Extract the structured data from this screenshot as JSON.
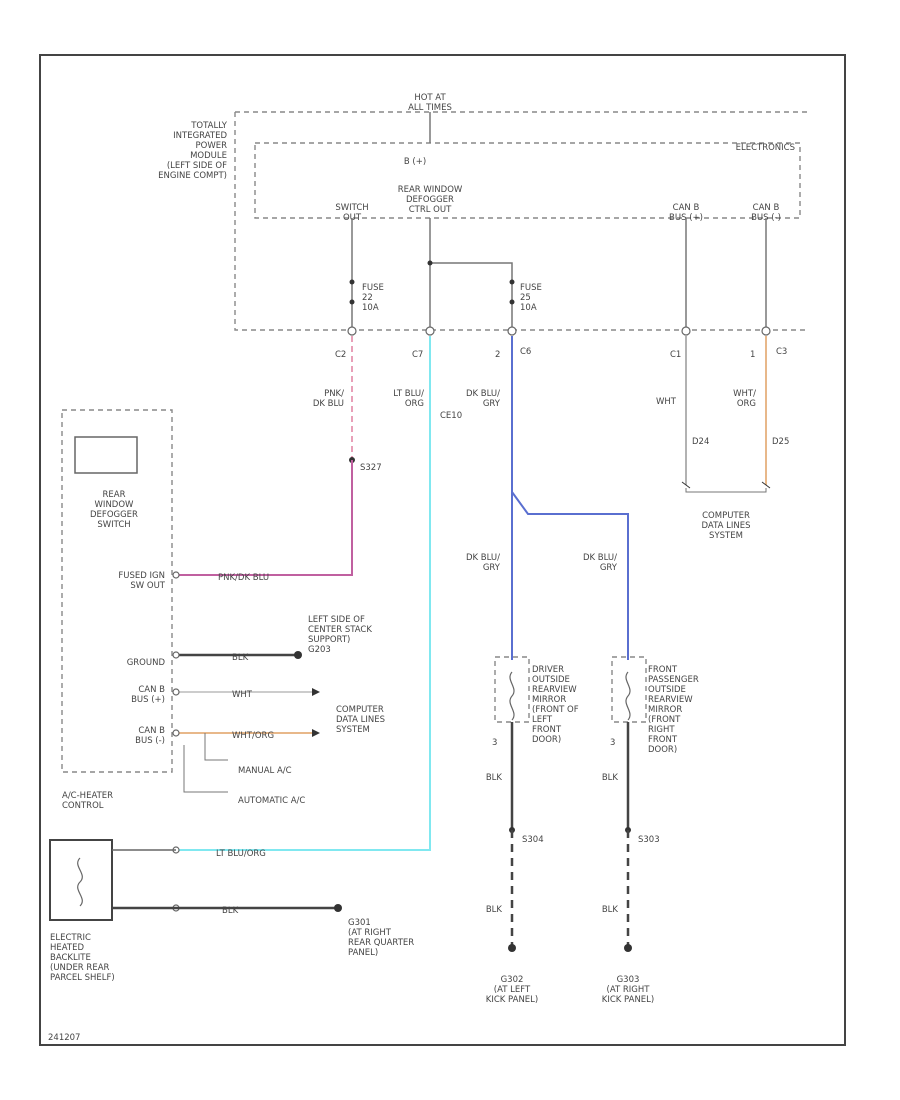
{
  "pdm": {
    "hot_at": "HOT AT\nALL TIMES",
    "title": "TOTALLY\nINTEGRATED\nPOWER\nMODULE\n(LEFT SIDE OF\nENGINE COMPT)",
    "electronics": "ELECTRONICS",
    "bus": "B (+)",
    "switch_out": "SWITCH\nOUT",
    "defogger_out": "REAR WINDOW\nDEFOGGER\nCTRL OUT",
    "canb_1": "CAN B\nBUS (+)",
    "canb_2": "CAN B\nBUS (-)",
    "fuse_a": "FUSE\n22\n10A",
    "fuse_b": "FUSE\n25\n10A",
    "pin_c2": "C2",
    "pin_c7": "C7",
    "pin_2": "2",
    "pin_c6": "C6",
    "pin_c1": "C1",
    "pin_1": "1",
    "pin_c3": "C3"
  },
  "wires": {
    "pnk_dk_blu": "PNK/\nDK BLU",
    "lt_blu_org": "LT BLU/\nORG",
    "dk_blu_gry": "DK BLU/\nGRY",
    "wht": "WHT",
    "wht_org": "WHT/\nORG",
    "ce10": "CE10",
    "s327": "S327",
    "d24": "D24",
    "d25": "D25",
    "dk_blu_gry_l": "DK BLU/\nGRY",
    "dk_blu_gry_r": "DK BLU/\nGRY",
    "pnk_dk_blu_h": "PNK/DK BLU",
    "blk_1": "BLK",
    "wht_h": "WHT",
    "wht_org_h": "WHT/ORG",
    "lt_blu_org_h": "LT BLU/ORG",
    "blk_2": "BLK",
    "blk_l": "BLK",
    "blk_r": "BLK",
    "blk_l2": "BLK",
    "blk_r2": "BLK",
    "s304": "S304",
    "s303": "S303"
  },
  "hvac": {
    "switch_label": "REAR\nWINDOW\nDEFOGGER\nSWITCH",
    "fused_ign": "FUSED IGN\nSW OUT",
    "ground": "GROUND",
    "can_b_plus": "CAN B\nBUS (+)",
    "can_b_minus": "CAN B\nBUS (-)",
    "title": "A/C-HEATER\nCONTROL",
    "manual": "MANUAL A/C",
    "automatic": "AUTOMATIC A/C"
  },
  "labels": {
    "ground_g203": "LEFT SIDE OF\nCENTER STACK\nSUPPORT)\nG203",
    "computer_data_1": "COMPUTER\nDATA LINES\nSYSTEM",
    "computer_data_2": "COMPUTER\nDATA LINES\nSYSTEM",
    "driver_mirror": "DRIVER\nOUTSIDE\nREARVIEW\nMIRROR\n(FRONT OF\nLEFT\nFRONT\nDOOR)",
    "passenger_mirror": "FRONT\nPASSENGER\nOUTSIDE\nREARVIEW\nMIRROR\n(FRONT\nRIGHT\nFRONT\nDOOR)",
    "pin_3_l": "3",
    "pin_3_r": "3",
    "backlite": "ELECTRIC\nHEATED\nBACKLITE\n(UNDER REAR\nPARCEL SHELF)",
    "g301": "G301\n(AT RIGHT\nREAR QUARTER\nPANEL)",
    "g302": "G302\n(AT LEFT\nKICK PANEL)",
    "g303": "G303\n(AT RIGHT\nKICK PANEL)",
    "footer": "241207"
  },
  "colors": {
    "pink": "#e8a0b8",
    "magenta": "#c060a0",
    "cyan": "#80e8f0",
    "blue": "#5a6fd0",
    "orange": "#e8b88a",
    "gray": "#777777",
    "dark": "#444444"
  }
}
